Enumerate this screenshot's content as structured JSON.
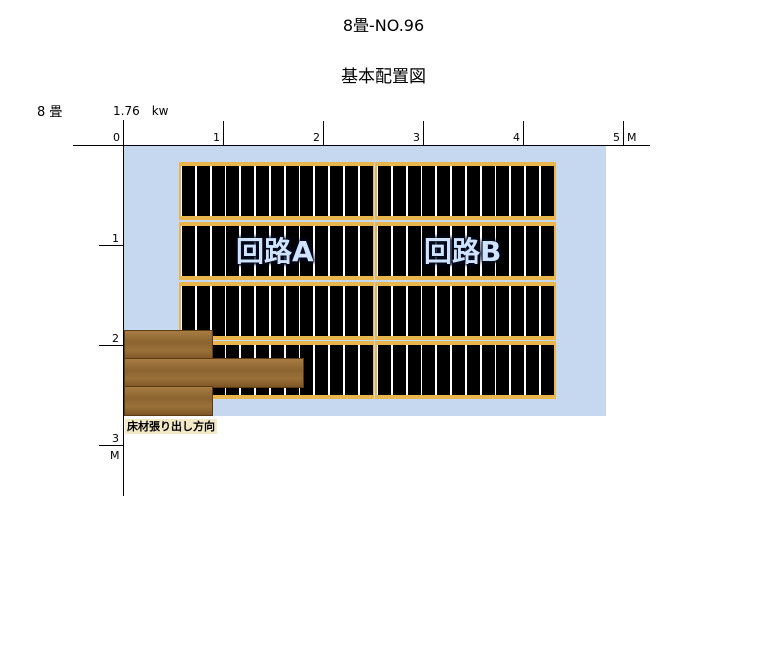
{
  "header": {
    "title": "8畳-NO.96",
    "subtitle": "基本配置図"
  },
  "info": {
    "room_size": "8 畳",
    "power": "1.76　kw"
  },
  "x_axis": {
    "ticks": [
      "0",
      "1",
      "2",
      "3",
      "4",
      "5"
    ],
    "unit": "M"
  },
  "y_axis": {
    "ticks": [
      "1",
      "2",
      "3"
    ],
    "unit": "M"
  },
  "circuits": [
    {
      "label": "回路A",
      "rows": 4,
      "columns": 13
    },
    {
      "label": "回路B",
      "rows": 4,
      "columns": 12
    }
  ],
  "flooring": {
    "direction_label": "床材張り出し方向"
  },
  "colors": {
    "floor_area": "#c6d8f0",
    "heater_panel": "#000000",
    "heater_border": "#e8b64c",
    "label_bg": "#f3e9c6"
  }
}
